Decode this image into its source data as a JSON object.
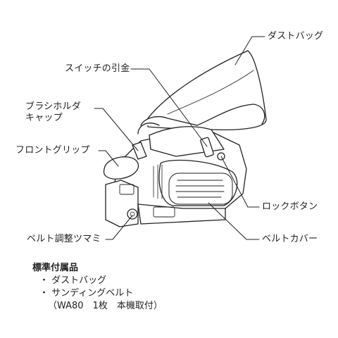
{
  "labels": {
    "dust_bag": "ダストバッグ",
    "switch_trigger": "スイッチの引金",
    "brush_holder_cap_line1": "ブラシホルダ",
    "brush_holder_cap_line2": "キャップ",
    "front_grip": "フロントグリップ",
    "lock_button": "ロックボタン",
    "belt_adjust_knob": "ベルト調整ツマミ",
    "belt_cover": "ベルトカバー"
  },
  "accessories": {
    "title": "標準付属品",
    "items": [
      "・ ダストバッグ",
      "・ サンディングベルト"
    ],
    "note": "（WA80　1枚　本機取付）"
  }
}
